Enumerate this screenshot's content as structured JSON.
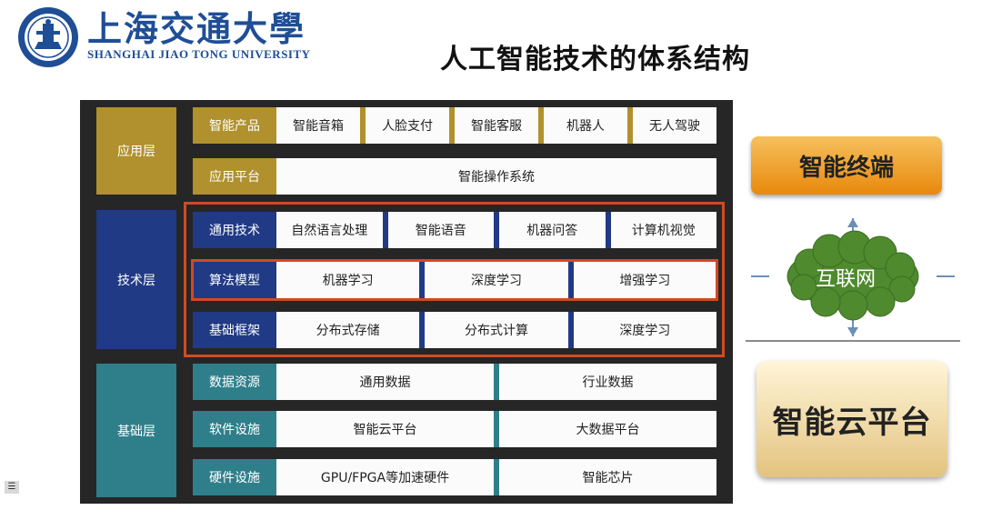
{
  "header": {
    "university_cn": "上海交通大學",
    "university_en": "SHANGHAI JIAO TONG UNIVERSITY",
    "title": "人工智能技术的体系结构"
  },
  "layers": [
    {
      "label": "应用层"
    },
    {
      "label": "技术层"
    },
    {
      "label": "基础层"
    }
  ],
  "rows": [
    {
      "label": "智能产品",
      "cells": [
        "智能音箱",
        "人脸支付",
        "智能客服",
        "机器人",
        "无人驾驶"
      ]
    },
    {
      "label": "应用平台",
      "cells": [
        "智能操作系统"
      ]
    },
    {
      "label": "通用技术",
      "cells": [
        "自然语言处理",
        "智能语音",
        "机器问答",
        "计算机视觉"
      ]
    },
    {
      "label": "算法模型",
      "cells": [
        "机器学习",
        "深度学习",
        "增强学习"
      ]
    },
    {
      "label": "基础框架",
      "cells": [
        "分布式存储",
        "分布式计算",
        "深度学习"
      ]
    },
    {
      "label": "数据资源",
      "cells": [
        "通用数据",
        "行业数据"
      ]
    },
    {
      "label": "软件设施",
      "cells": [
        "智能云平台",
        "大数据平台"
      ]
    },
    {
      "label": "硬件设施",
      "cells": [
        "GPU/FPGA等加速硬件",
        "智能芯片"
      ]
    }
  ],
  "side": {
    "terminal": "智能终端",
    "internet": "互联网",
    "cloud": "智能云平台"
  },
  "colors": {
    "application": "#b0912d",
    "technology": "#203a86",
    "foundation": "#2f7f8b",
    "highlight_border": "#d24a22"
  },
  "icons": {
    "menu": "☰"
  }
}
